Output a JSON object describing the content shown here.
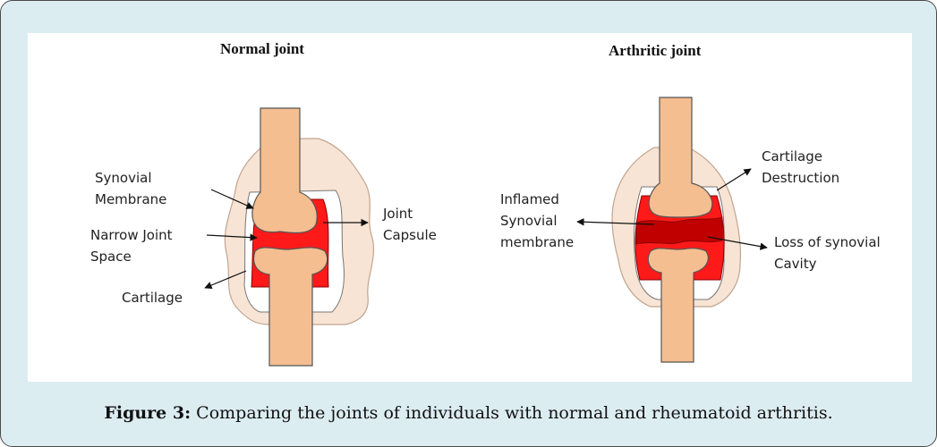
{
  "normal": {
    "title": "Normal joint",
    "labels": {
      "synovial_membrane": [
        "Synovial",
        "Membrane"
      ],
      "narrow_joint_space": [
        "Narrow Joint",
        "Space"
      ],
      "cartilage": [
        "Cartilage"
      ],
      "joint_capsule": [
        "Joint",
        "Capsule"
      ]
    }
  },
  "arthritic": {
    "title": "Arthritic joint",
    "labels": {
      "inflamed_synovial": [
        "Inflamed",
        "Synovial",
        "membrane"
      ],
      "cartilage_destruction": [
        "Cartilage",
        "Destruction"
      ],
      "loss_of_cavity": [
        "Loss of synovial",
        "Cavity"
      ]
    }
  },
  "caption": {
    "prefix": "Figure 3:",
    "text": " Comparing the joints of individuals with normal and rheumatoid arthritis."
  },
  "colors": {
    "frame_bg": "#dcedf2",
    "bone": "#f5be90",
    "capsule": "#f8e4d4",
    "synovium": "#ff1a1a",
    "inflamed_dark": "#c00000"
  }
}
